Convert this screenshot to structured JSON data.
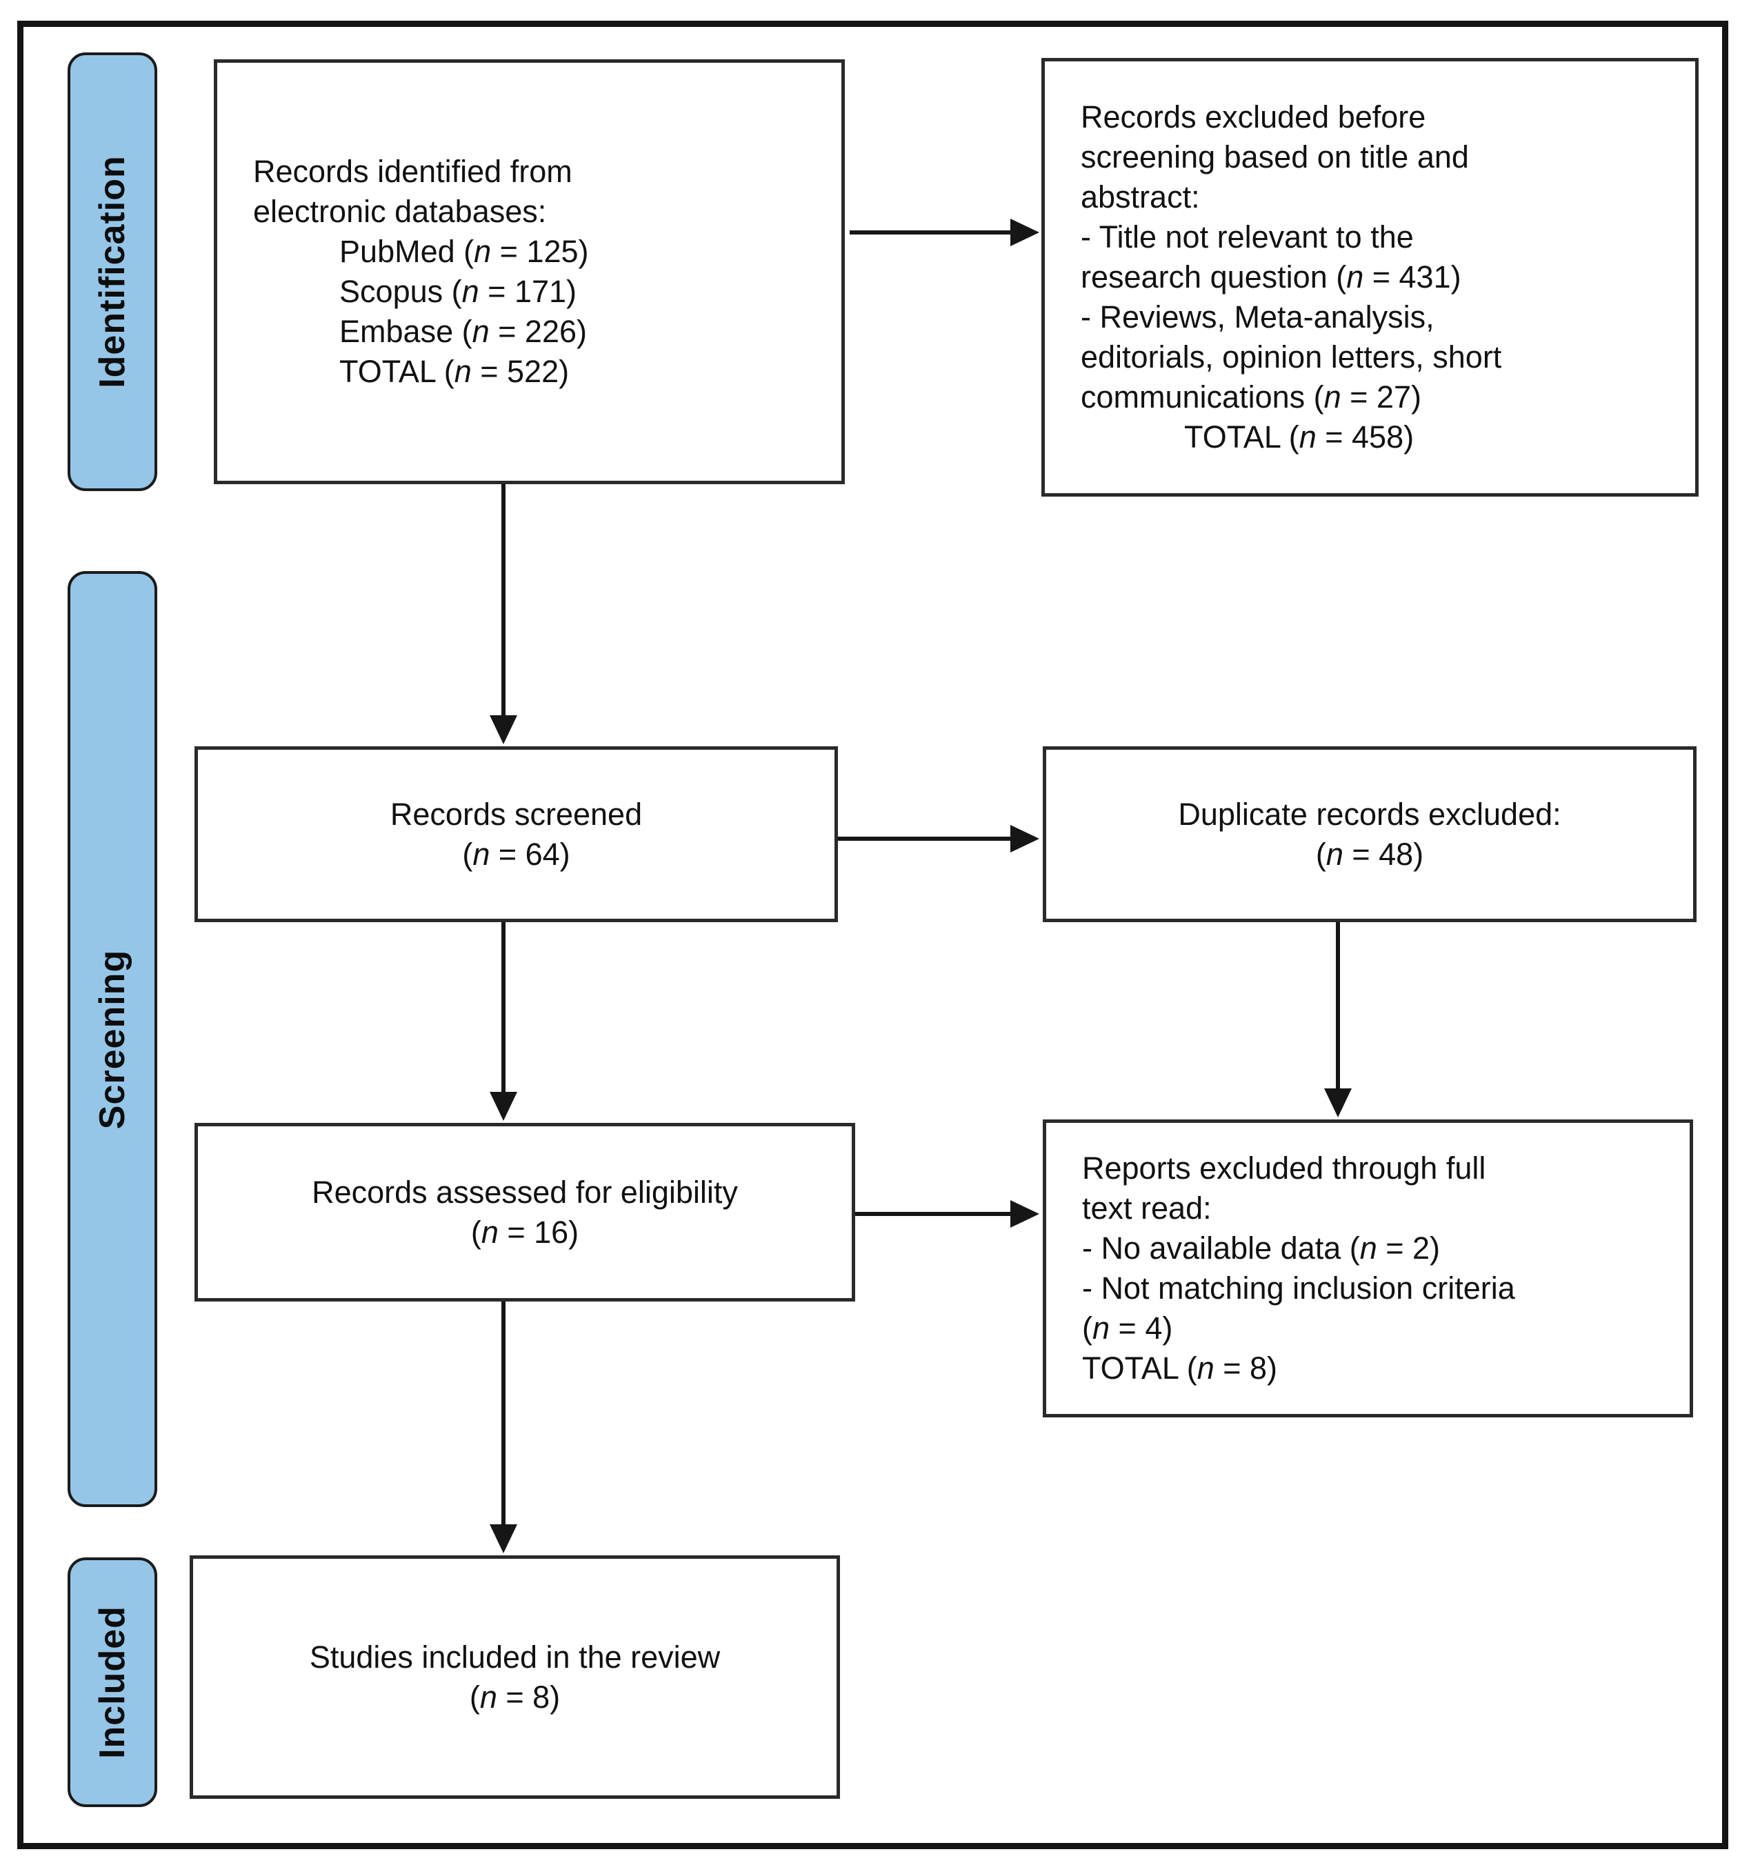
{
  "figure_type": "PRISMA flow diagram",
  "stages": [
    {
      "label": "Identification"
    },
    {
      "label": "Screening"
    },
    {
      "label": "Included"
    }
  ],
  "boxes": {
    "identified": {
      "lines": [
        "Records identified from",
        "electronic databases:",
        "          PubMed (n = 125)",
        "          Scopus (n = 171)",
        "          Embase (n = 226)",
        "          TOTAL (n = 522)"
      ]
    },
    "excluded_before_screening": {
      "lines": [
        "Records excluded before",
        "screening based on title and",
        "abstract:",
        "- Title not relevant to the",
        "research question (n = 431)",
        "- Reviews, Meta-analysis,",
        "editorials, opinion letters, short",
        "communications (n = 27)",
        "            TOTAL (n = 458)"
      ]
    },
    "screened": {
      "lines": [
        "Records screened",
        "(n = 64)"
      ]
    },
    "duplicates_excluded": {
      "lines": [
        "Duplicate records excluded:",
        "(n = 48)"
      ]
    },
    "assessed": {
      "lines": [
        "Records assessed for eligibility",
        "(n = 16)"
      ]
    },
    "fulltext_excluded": {
      "lines": [
        "Reports excluded through full",
        "text read:",
        "- No available data (n = 2)",
        "- Not matching inclusion criteria",
        "(n = 4)",
        "TOTAL (n = 8)"
      ]
    },
    "included": {
      "lines": [
        "Studies included in the review",
        "(n = 8)"
      ]
    }
  },
  "colors": {
    "stage_fill": "#95c6e8",
    "stage_border": "#1b1b1b",
    "box_border": "#2a2a2a",
    "arrow": "#161616",
    "frame_border": "#141414",
    "text": "#111111"
  }
}
